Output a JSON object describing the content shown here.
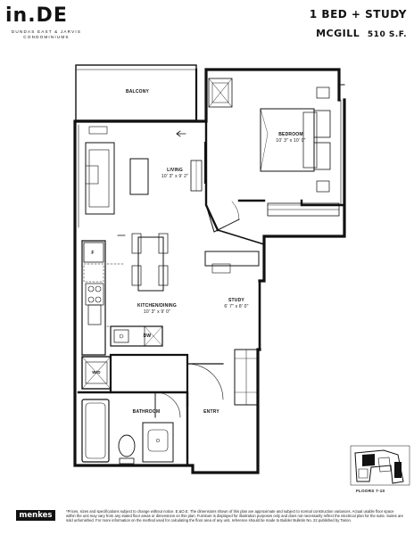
{
  "brand": {
    "logo": "in.DE",
    "tagline": "DUNDAS EAST & JARVIS CONDOMINIUMS",
    "developer": "menkes"
  },
  "unit": {
    "type": "1 BED + STUDY",
    "name": "MCGILL",
    "area": "510 S.F."
  },
  "rooms": {
    "balcony": "BALCONY",
    "bedroom": {
      "name": "BEDROOM",
      "size": "10' 3\" x 10' 0\""
    },
    "living": {
      "name": "LIVING",
      "size": "10' 3\" x 9' 2\""
    },
    "kitchen_dining": {
      "name": "KITCHEN/DINING",
      "size": "10' 3\" x 9' 0\""
    },
    "study": {
      "name": "STUDY",
      "size": "6' 7\" x 8' 0\""
    },
    "bathroom": "BATHROOM",
    "entry": "ENTRY",
    "dishwasher": "DW",
    "fridge": "F",
    "washer_dryer": "W/D"
  },
  "key_plan": {
    "floors_label": "FLOORS 7-10"
  },
  "disclaimer": "*Prices, sizes and specifications subject to change without notice. E.&O.E. The dimensions shown of this plan are approximate and subject to normal construction variances. Actual usable floor space within the unit may vary from any stated floor areas or dimensions on this plan. Furniture is displayed for illustration purposes only and does not necessarily reflect the electrical plan for the suite. Suites are sold unfurnished. For more information on the method used for calculating the floor area of any unit, reference should be made to Builder Bulletin No. 22 published by Tarion."
}
